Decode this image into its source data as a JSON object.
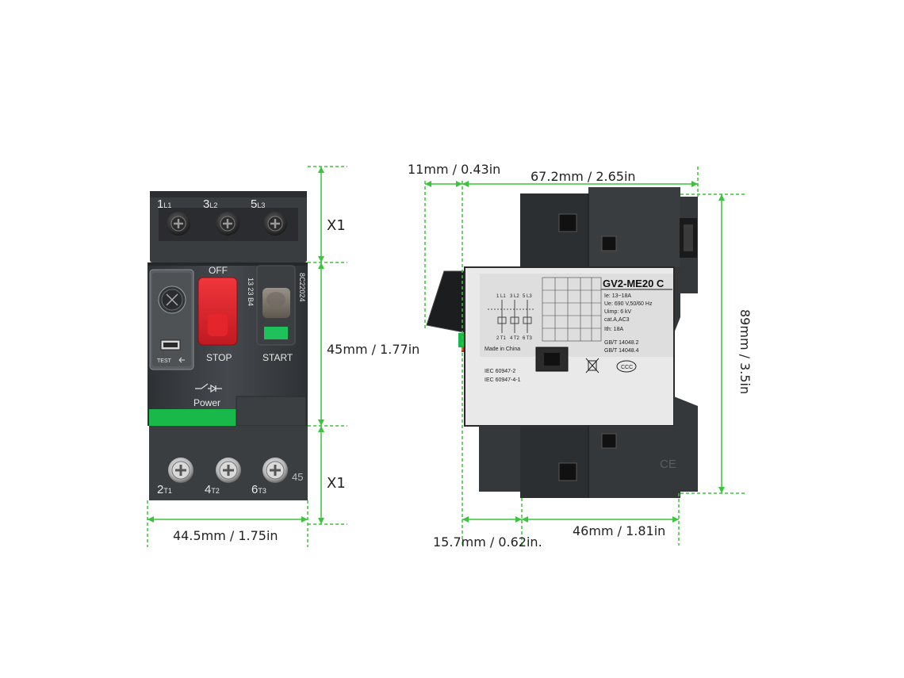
{
  "colors": {
    "dimension_line": "#3cc43c",
    "body_dark": "#3a3d40",
    "body_mid": "#4a4e52",
    "stop_button": "#e0242b",
    "start_button": "#1fc25a",
    "green_strip": "#19b84a",
    "label_panel": "#e9e9e9"
  },
  "front_view": {
    "terminals_top": [
      {
        "num": "1",
        "sub": "L1"
      },
      {
        "num": "3",
        "sub": "L2"
      },
      {
        "num": "5",
        "sub": "L3"
      }
    ],
    "terminals_bottom": [
      {
        "num": "2",
        "sub": "T1"
      },
      {
        "num": "4",
        "sub": "T2"
      },
      {
        "num": "6",
        "sub": "T3"
      }
    ],
    "off_label": "OFF",
    "stop_label": "STOP",
    "start_label": "START",
    "test_label": "TEST",
    "power_label": "Power",
    "side_code_1": "13 23 B4",
    "side_code_2": "8C22024",
    "stray_mark": "45"
  },
  "side_view": {
    "model": "GV2-ME20 C",
    "specs": [
      "Ie: 13~18A",
      "Ue: 690 V,50/60 Hz",
      "Uimp: 6 kV",
      "cat.A,AC3",
      "Ith: 18A"
    ],
    "standards_right": [
      "GB/T 14048.2",
      "GB/T 14048.4"
    ],
    "standards_left": [
      "IEC 60947-2",
      "IEC 60947-4-1"
    ],
    "made_in": "Made in China",
    "ce_mark": "CE",
    "ccc_mark": "CCC",
    "circuit_top": [
      "1 L1",
      "3 L2",
      "5 L3"
    ],
    "circuit_bottom": [
      "2 T1",
      "4 T2",
      "6 T3"
    ]
  },
  "dimensions": {
    "front_width": "44.5mm / 1.75in",
    "front_middle": "45mm / 1.77in",
    "front_top": "X1",
    "front_bottom": "X1",
    "side_handle": "11mm / 0.43in",
    "side_depth": "67.2mm / 2.65in",
    "side_height": "89mm / 3.5in",
    "side_bottom_left": "15.7mm / 0.62in.",
    "side_bottom_right": "46mm / 1.81in"
  }
}
